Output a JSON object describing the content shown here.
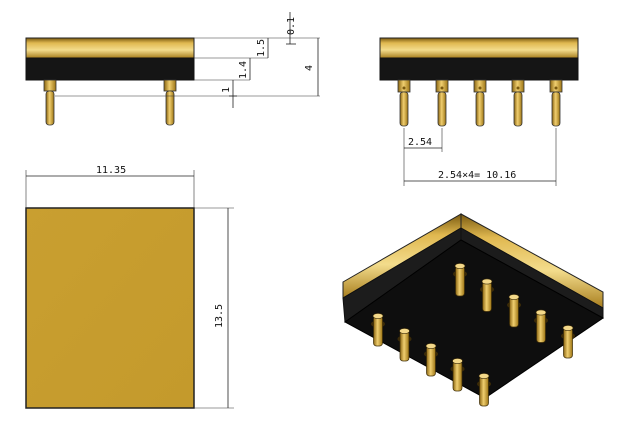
{
  "colors": {
    "gold": "#e8c468",
    "gold_dark": "#b58a22",
    "body_gold": "#c9a032",
    "body_black": "#151515",
    "pin_gold": "#d9a520",
    "line": "#222222"
  },
  "side_view": {
    "dim_top_gap": "0.1",
    "dim_cap": "1.5",
    "dim_body": "1.4",
    "dim_pin_stub": "1",
    "dim_total": "4"
  },
  "front_view": {
    "dim_pitch": "2.54",
    "dim_span": "2.54×4= 10.16",
    "pin_count": 5
  },
  "top_view": {
    "dim_width": "11.35",
    "dim_height": "13.5"
  },
  "iso_view": {
    "pin_count": 10
  }
}
